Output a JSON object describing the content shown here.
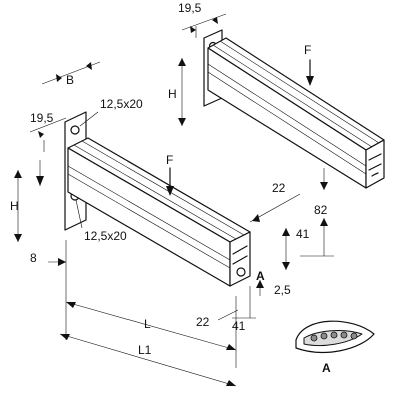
{
  "labels": {
    "b": "B",
    "d195_top": "19,5",
    "d195_left": "19,5",
    "slot_top": "12,5x20",
    "slot_bottom": "12,5x20",
    "h_left": "H",
    "h_right": "H",
    "f_left": "F",
    "f_right": "F",
    "d8": "8",
    "d22_top": "22",
    "d22_bottom": "22",
    "d82": "82",
    "d41_mid": "41",
    "d41_bottom": "41",
    "d25": "2,5",
    "a_section": "A",
    "a_detail": "A",
    "l": "L",
    "l1": "L1"
  }
}
